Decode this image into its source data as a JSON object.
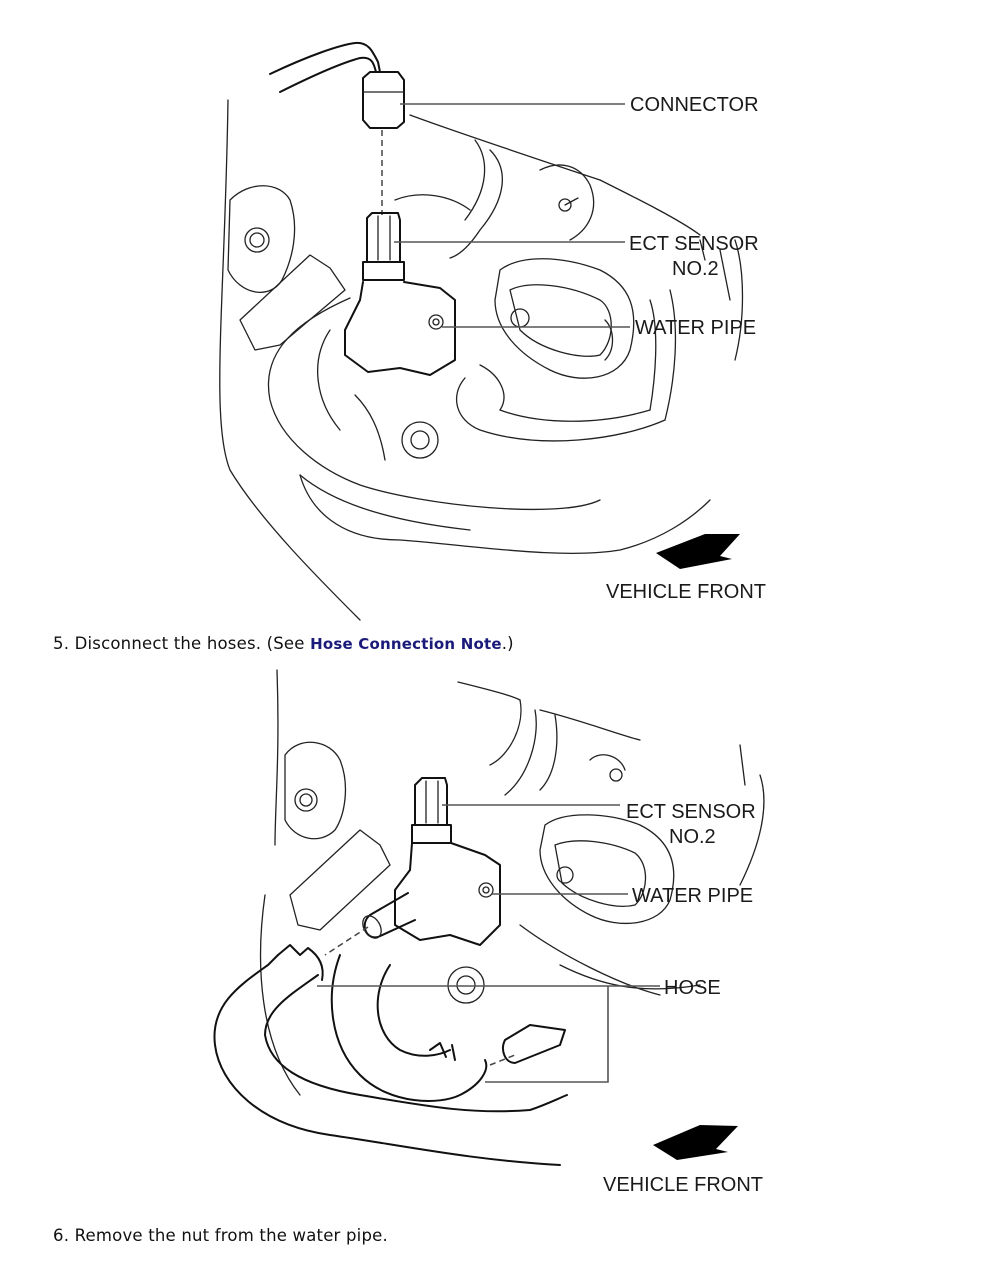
{
  "figure1": {
    "labels": {
      "connector": "CONNECTOR",
      "ect_sensor_line1": "ECT SENSOR",
      "ect_sensor_line2": "NO.2",
      "water_pipe": "WATER PIPE",
      "vehicle_front": "VEHICLE FRONT"
    },
    "icons": [
      "vehicle-front-arrow-icon"
    ]
  },
  "steps": [
    {
      "number": "5.",
      "text_before": "Disconnect the hoses. (See ",
      "link_text": "Hose Connection Note",
      "text_after": ".)"
    },
    {
      "number": "6.",
      "text": "Remove the nut from the water pipe."
    }
  ],
  "figure2": {
    "labels": {
      "ect_sensor_line1": "ECT SENSOR",
      "ect_sensor_line2": "NO.2",
      "water_pipe": "WATER PIPE",
      "hose": "HOSE",
      "vehicle_front": "VEHICLE FRONT"
    },
    "icons": [
      "vehicle-front-arrow-icon"
    ]
  },
  "colors": {
    "link": "#1a1a7a",
    "text": "#111111",
    "background": "#ffffff"
  }
}
